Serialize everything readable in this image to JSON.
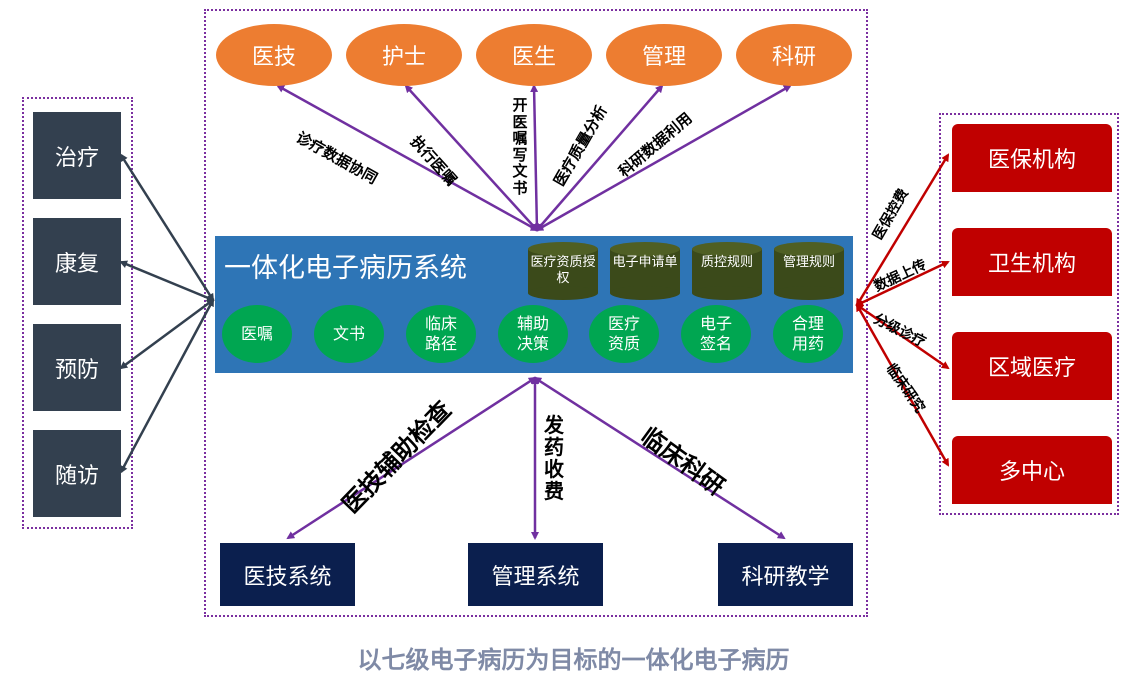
{
  "caption": "以七级电子病历为目标的一体化电子病历",
  "core": {
    "title": "一体化电子病历系统",
    "databases": [
      {
        "label": "医疗资质授权"
      },
      {
        "label": "电子申请单"
      },
      {
        "label": "质控规则"
      },
      {
        "label": "管理规则"
      }
    ],
    "modules": [
      {
        "label": "医嘱"
      },
      {
        "label": "文书"
      },
      {
        "label": "临床路径"
      },
      {
        "label": "辅助决策"
      },
      {
        "label": "医疗资质"
      },
      {
        "label": "电子签名"
      },
      {
        "label": "合理用药"
      }
    ]
  },
  "top_roles": [
    {
      "label": "医技"
    },
    {
      "label": "护士"
    },
    {
      "label": "医生"
    },
    {
      "label": "管理"
    },
    {
      "label": "科研"
    }
  ],
  "top_links": [
    {
      "label": "诊疗数据协同"
    },
    {
      "label": "执行医嘱"
    },
    {
      "label": "开医嘱写文书"
    },
    {
      "label": "医疗质量分析"
    },
    {
      "label": "科研数据利用"
    }
  ],
  "left_items": [
    {
      "label": "治疗"
    },
    {
      "label": "康复"
    },
    {
      "label": "预防"
    },
    {
      "label": "随访"
    }
  ],
  "right_items": [
    {
      "label": "医保机构"
    },
    {
      "label": "卫生机构"
    },
    {
      "label": "区域医疗"
    },
    {
      "label": "多中心"
    }
  ],
  "right_links": [
    {
      "label": "医保控费"
    },
    {
      "label": "数据上传"
    },
    {
      "label": "分级诊疗"
    },
    {
      "label": "临床研究"
    }
  ],
  "bottom_systems": [
    {
      "label": "医技系统"
    },
    {
      "label": "管理系统"
    },
    {
      "label": "科研教学"
    }
  ],
  "bottom_links": [
    {
      "label": "医技辅助检查"
    },
    {
      "label": "发药收费"
    },
    {
      "label": "临床科研"
    }
  ],
  "colors": {
    "frame": "#7b2fa0",
    "arrow_purple": "#7030a0",
    "arrow_dark": "#33404f",
    "arrow_red": "#c00000",
    "role_orange": "#ed7d31",
    "core_blue": "#2e75b6",
    "module_green": "#00a651",
    "db_olive": "#3b4a1a",
    "left_dark": "#33404f",
    "right_red": "#c00000",
    "bottom_navy": "#0b1f4e"
  }
}
